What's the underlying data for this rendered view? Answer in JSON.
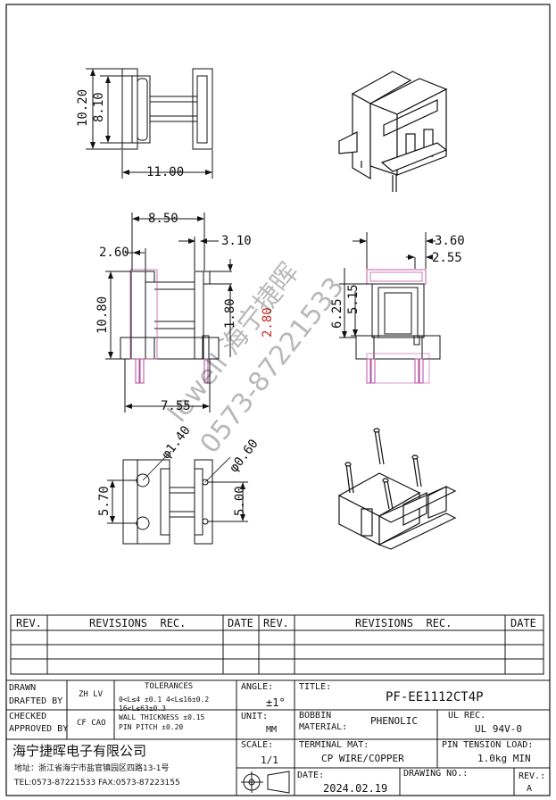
{
  "dims": {
    "top_height_outer": "10.20",
    "top_height_inner": "8.10",
    "top_width": "11.00",
    "front_width": "8.50",
    "front_left": "2.60",
    "front_right": "3.10",
    "front_height": "10.80",
    "front_inner_height": "1.80",
    "front_red": "2.80",
    "front_bottom": "7.55",
    "side_top_a": "3.60",
    "side_top_b": "2.55",
    "side_h1": "6.25",
    "side_h2": "5.15",
    "bottom_hole1": "φ1.40",
    "bottom_hole2": "φ0.60",
    "bottom_pitch_left": "5.70",
    "bottom_pitch_right": "5.00"
  },
  "watermark": {
    "name": "lewell 海宁捷晖",
    "phone": "0573-87221533"
  },
  "revisions": {
    "headers": [
      "REV.",
      "REVISIONS  REC.",
      "DATE",
      "REV.",
      "REVISIONS  REC.",
      "DATE"
    ]
  },
  "titleblock": {
    "drawn_label": "DRAWN",
    "drafted_label": "DRAFTED BY",
    "drafted_value": "ZH LV",
    "checked_label": "CHECKED",
    "approved_label": "APPROVED BY",
    "approved_value": "CF CAO",
    "tolerances_label": "TOLERANCES",
    "tol_line1": "0<L≤4 ±0.1 4<L≤16±0.2",
    "tol_line2": "16<L≤63±0.3",
    "tol_line3": "WALL THICKNESS ±0.15",
    "tol_line4": "PIN PITCH ±0.20",
    "angle_label": "ANGLE:",
    "angle_value": "±1°",
    "unit_label": "UNIT:",
    "unit_value": "MM",
    "scale_label": "SCALE:",
    "scale_value": "1/1",
    "title_label": "TITLE:",
    "title_value": "PF-EE1112CT4P",
    "bobbin_label": "BOBBIN",
    "material_label": "MATERIAL:",
    "material_value": "PHENOLIC",
    "ulrec_label": "UL REC.",
    "ulrec_value": "UL 94V-0",
    "terminal_label": "TERMINAL MAT:",
    "terminal_value": "CP WIRE/COPPER",
    "pin_tension_label": "PIN TENSION LOAD:",
    "pin_tension_value": "1.0kg MIN",
    "date_label": "DATE:",
    "date_value": "2024.02.19",
    "drawing_no_label": "DRAWING NO.:",
    "rev_label": "REV.:",
    "rev_value": "A",
    "company": "海宁捷晖电子有限公司",
    "address": "地址：浙江省海宁市盐官镇园区四路13-1号",
    "tel": "TEL:0573-87221533 FAX:0573-87223155"
  }
}
